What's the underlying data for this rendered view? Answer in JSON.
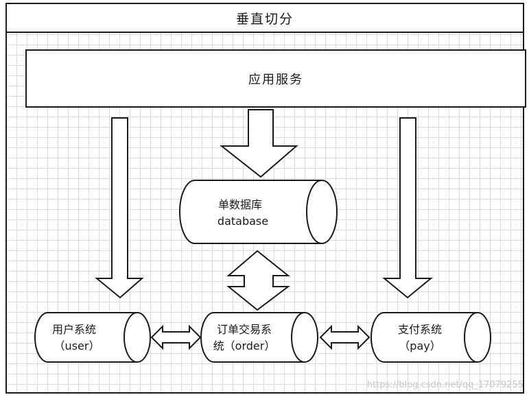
{
  "title": "垂直切分",
  "app_service": "应用服务",
  "database": {
    "line1": "单数据库",
    "line2": "database"
  },
  "user_system": {
    "line1": "用户系统",
    "line2": "（user）"
  },
  "order_system": {
    "line1": "订单交易系",
    "line2": "统（order）"
  },
  "pay_system": {
    "line1": "支付系统",
    "line2": "（pay）"
  },
  "watermark": "https://blog.csdn.net/qq_17079255",
  "colors": {
    "stroke": "#1a1a1a",
    "grid": "#dcdcdc",
    "fill": "#ffffff"
  }
}
